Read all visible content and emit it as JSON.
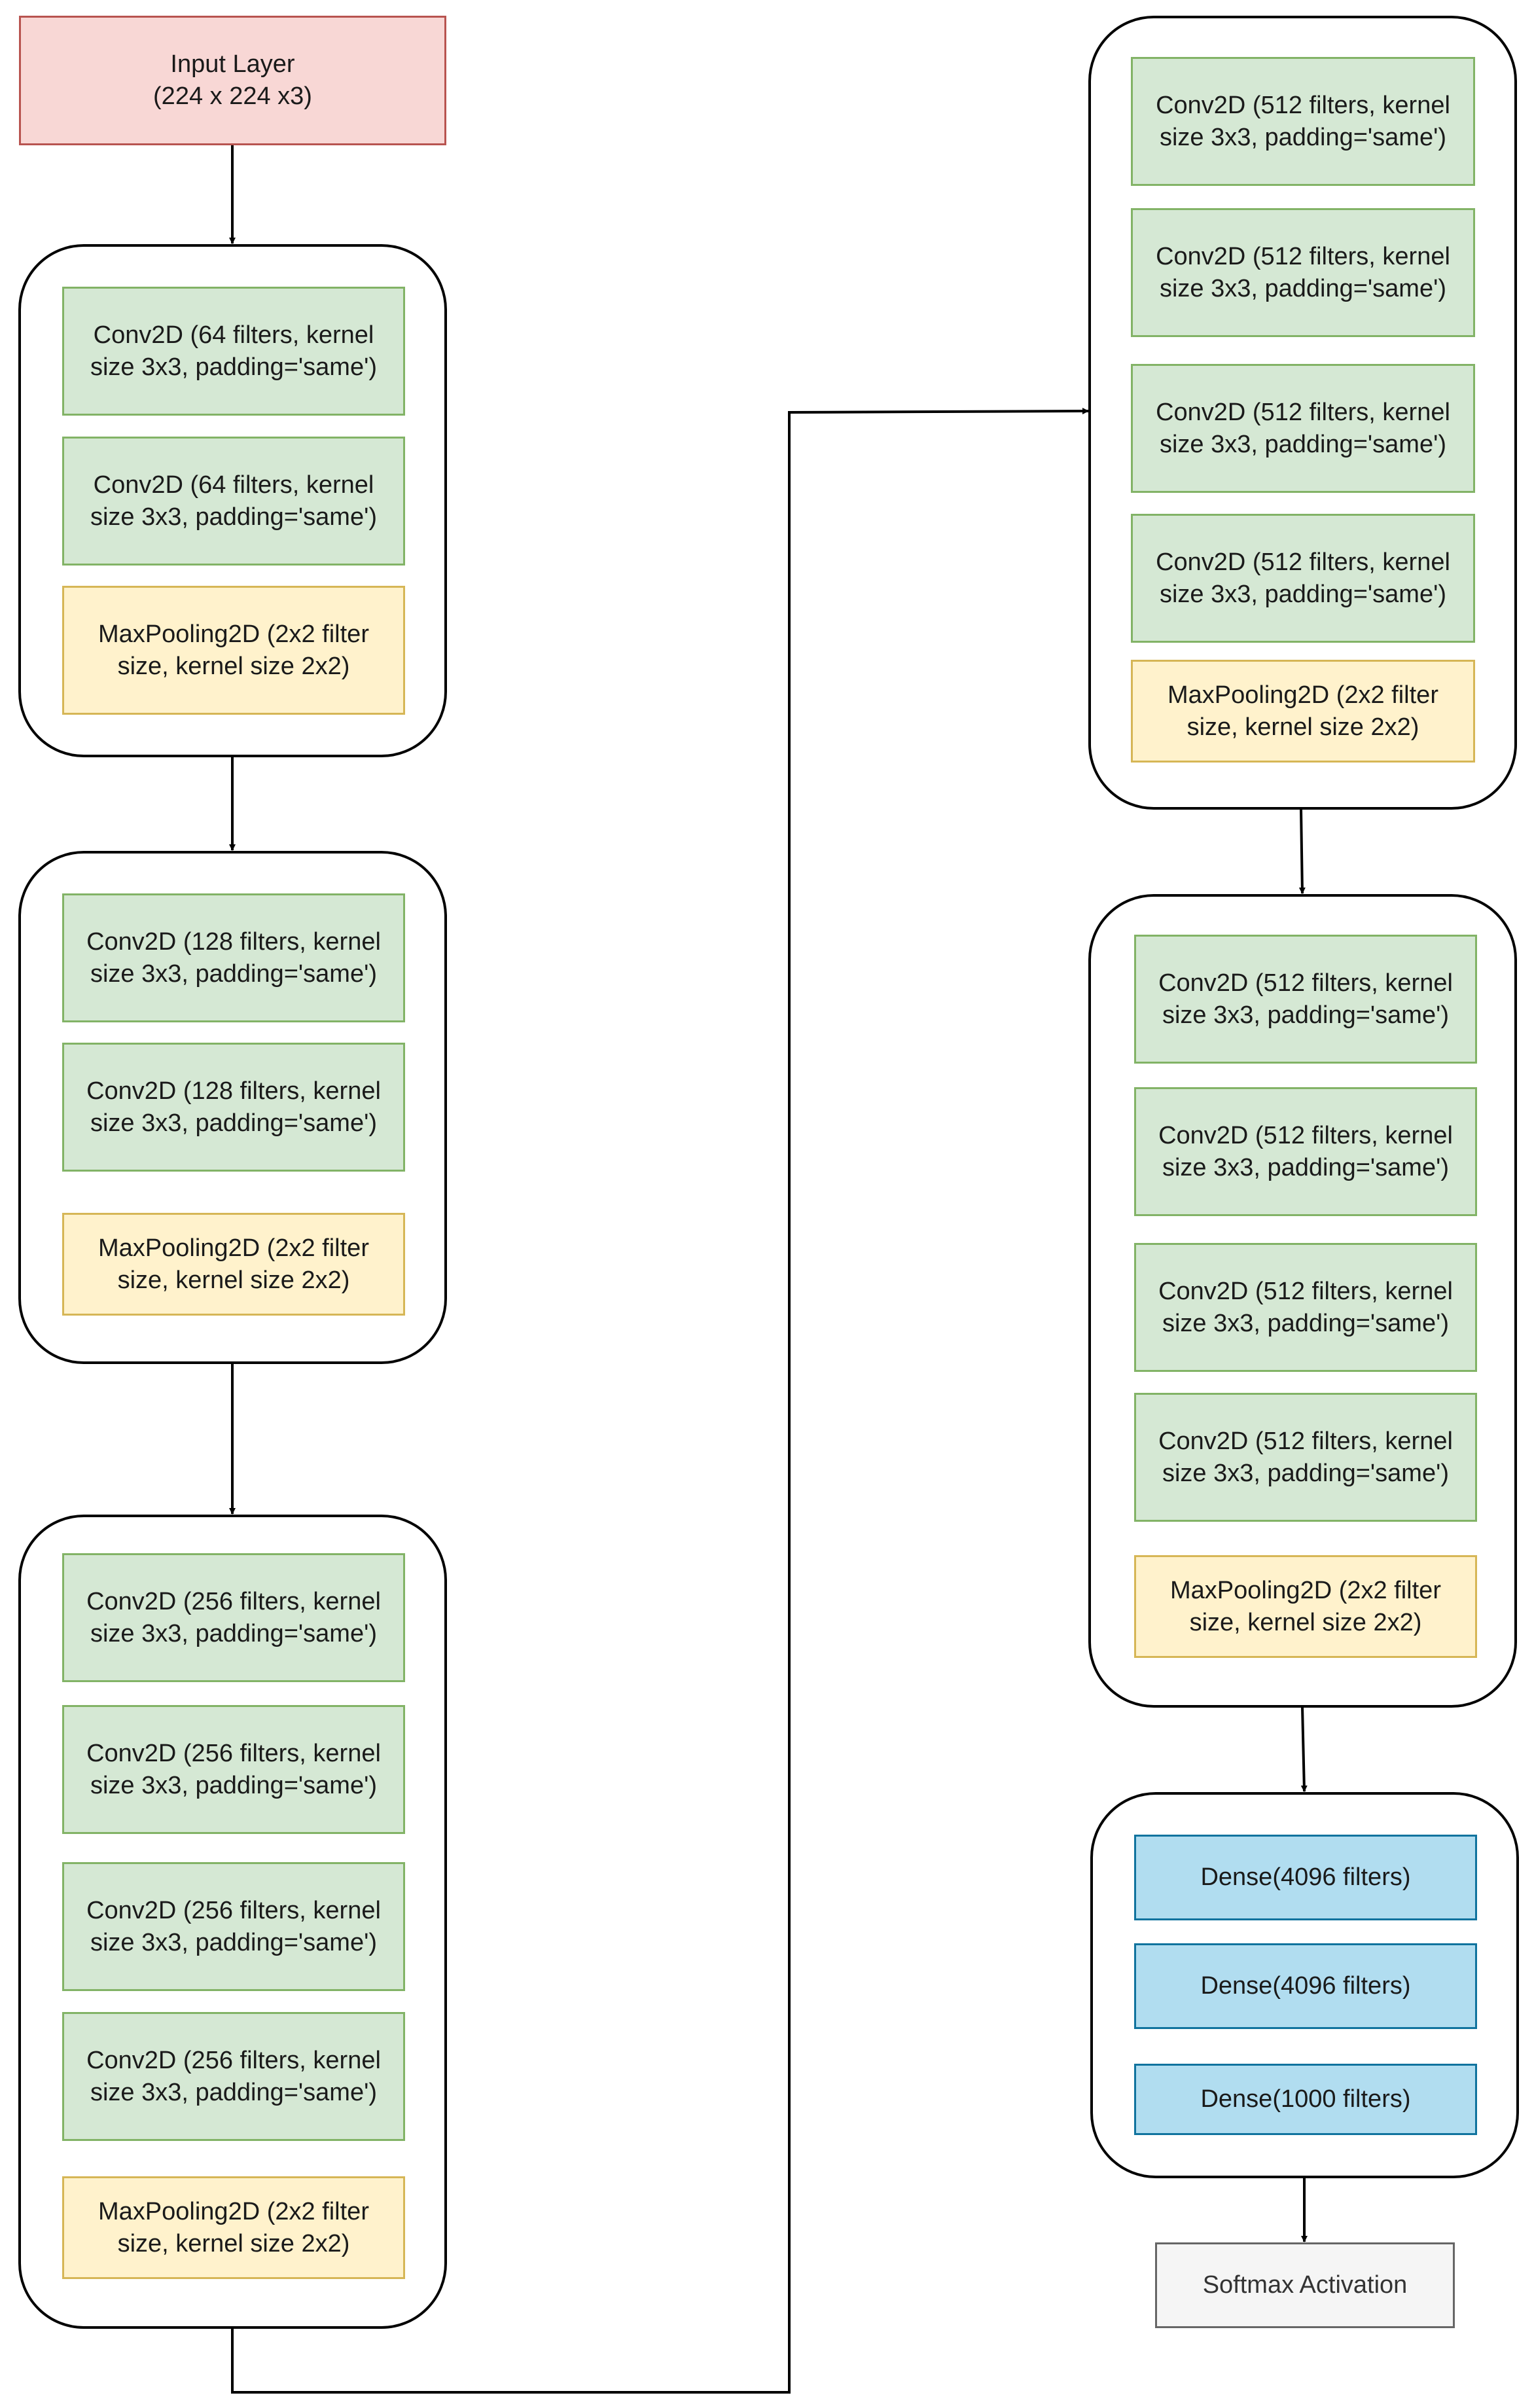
{
  "input_layer": {
    "line1": "Input Layer",
    "line2": "(224 x 224 x3)"
  },
  "blocks": [
    {
      "layers": [
        {
          "type": "conv",
          "line1": "Conv2D (64 filters, kernel",
          "line2": "size 3x3, padding='same')"
        },
        {
          "type": "conv",
          "line1": "Conv2D (64 filters, kernel",
          "line2": "size 3x3, padding='same')"
        },
        {
          "type": "pool",
          "line1": "MaxPooling2D (2x2 filter",
          "line2": "size, kernel size 2x2)"
        }
      ]
    },
    {
      "layers": [
        {
          "type": "conv",
          "line1": "Conv2D (128 filters, kernel",
          "line2": "size 3x3, padding='same')"
        },
        {
          "type": "conv",
          "line1": "Conv2D (128 filters, kernel",
          "line2": "size 3x3, padding='same')"
        },
        {
          "type": "pool",
          "line1": "MaxPooling2D (2x2 filter",
          "line2": "size, kernel size 2x2)"
        }
      ]
    },
    {
      "layers": [
        {
          "type": "conv",
          "line1": "Conv2D (256 filters, kernel",
          "line2": "size 3x3, padding='same')"
        },
        {
          "type": "conv",
          "line1": "Conv2D (256 filters, kernel",
          "line2": "size 3x3, padding='same')"
        },
        {
          "type": "conv",
          "line1": "Conv2D (256 filters, kernel",
          "line2": "size 3x3, padding='same')"
        },
        {
          "type": "conv",
          "line1": "Conv2D (256 filters, kernel",
          "line2": "size 3x3, padding='same')"
        },
        {
          "type": "pool",
          "line1": "MaxPooling2D (2x2 filter",
          "line2": "size, kernel size 2x2)"
        }
      ]
    },
    {
      "layers": [
        {
          "type": "conv",
          "line1": "Conv2D (512 filters, kernel",
          "line2": "size 3x3, padding='same')"
        },
        {
          "type": "conv",
          "line1": "Conv2D (512 filters, kernel",
          "line2": "size 3x3, padding='same')"
        },
        {
          "type": "conv",
          "line1": "Conv2D (512 filters, kernel",
          "line2": "size 3x3, padding='same')"
        },
        {
          "type": "conv",
          "line1": "Conv2D (512 filters, kernel",
          "line2": "size 3x3, padding='same')"
        },
        {
          "type": "pool",
          "line1": "MaxPooling2D (2x2 filter",
          "line2": "size, kernel size 2x2)"
        }
      ]
    },
    {
      "layers": [
        {
          "type": "conv",
          "line1": "Conv2D (512 filters, kernel",
          "line2": "size 3x3, padding='same')"
        },
        {
          "type": "conv",
          "line1": "Conv2D (512 filters, kernel",
          "line2": "size 3x3, padding='same')"
        },
        {
          "type": "conv",
          "line1": "Conv2D (512 filters, kernel",
          "line2": "size 3x3, padding='same')"
        },
        {
          "type": "conv",
          "line1": "Conv2D (512 filters, kernel",
          "line2": "size 3x3, padding='same')"
        },
        {
          "type": "pool",
          "line1": "MaxPooling2D (2x2 filter",
          "line2": "size, kernel size 2x2)"
        }
      ]
    },
    {
      "layers": [
        {
          "type": "dense",
          "line1": "Dense(4096 filters)"
        },
        {
          "type": "dense",
          "line1": "Dense(4096 filters)"
        },
        {
          "type": "dense",
          "line1": "Dense(1000 filters)"
        }
      ]
    }
  ],
  "output_layer": {
    "line1": "Softmax Activation"
  },
  "colors": {
    "input_fill": "#f8d7d5",
    "input_stroke": "#b85450",
    "conv_fill": "#d5e8d4",
    "conv_stroke": "#82b366",
    "pool_fill": "#fff2cc",
    "pool_stroke": "#d6b656",
    "dense_fill": "#b1ddf0",
    "dense_stroke": "#10739e",
    "softmax_fill": "#f5f5f5",
    "softmax_stroke": "#666666"
  }
}
